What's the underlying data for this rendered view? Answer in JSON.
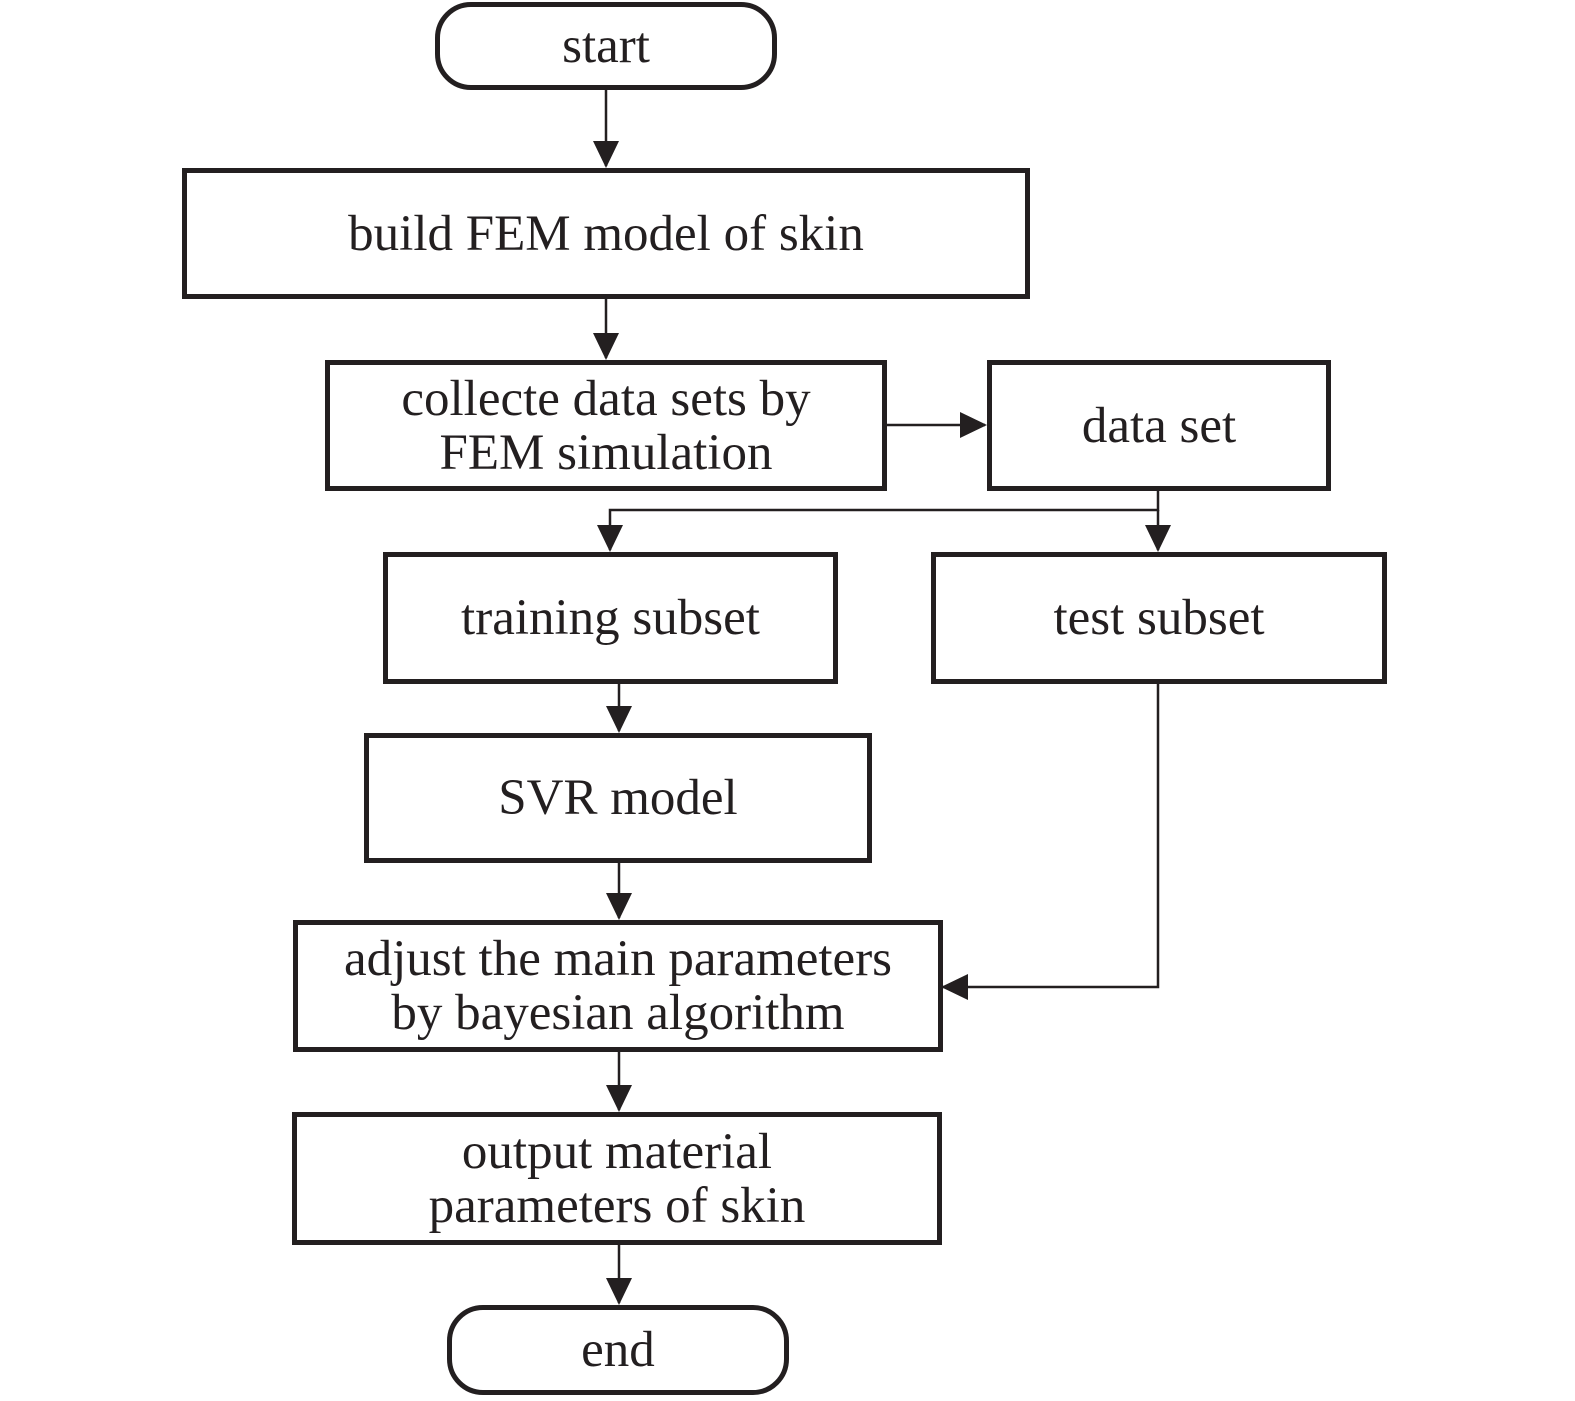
{
  "diagram": {
    "type": "flowchart",
    "ink_color": "#231f20",
    "nodes": {
      "start": {
        "lines": [
          "start"
        ]
      },
      "build_fem": {
        "lines": [
          "build FEM model of skin"
        ]
      },
      "collect_data": {
        "lines": [
          "collecte data sets by",
          "FEM simulation"
        ]
      },
      "data_set": {
        "lines": [
          "data set"
        ]
      },
      "training_subset": {
        "lines": [
          "training subset"
        ]
      },
      "test_subset": {
        "lines": [
          "test subset"
        ]
      },
      "svr_model": {
        "lines": [
          "SVR model"
        ]
      },
      "adjust_params": {
        "lines": [
          "adjust the main parameters",
          "by bayesian algorithm"
        ]
      },
      "output_params": {
        "lines": [
          "output material",
          "parameters of skin"
        ]
      },
      "end": {
        "lines": [
          "end"
        ]
      }
    },
    "edges": [
      {
        "from": "start",
        "to": "build_fem"
      },
      {
        "from": "build_fem",
        "to": "collect_data"
      },
      {
        "from": "collect_data",
        "to": "data_set"
      },
      {
        "from": "data_set",
        "to": "training_subset"
      },
      {
        "from": "data_set",
        "to": "test_subset"
      },
      {
        "from": "training_subset",
        "to": "svr_model"
      },
      {
        "from": "svr_model",
        "to": "adjust_params"
      },
      {
        "from": "test_subset",
        "to": "adjust_params"
      },
      {
        "from": "adjust_params",
        "to": "output_params"
      },
      {
        "from": "output_params",
        "to": "end"
      }
    ]
  }
}
